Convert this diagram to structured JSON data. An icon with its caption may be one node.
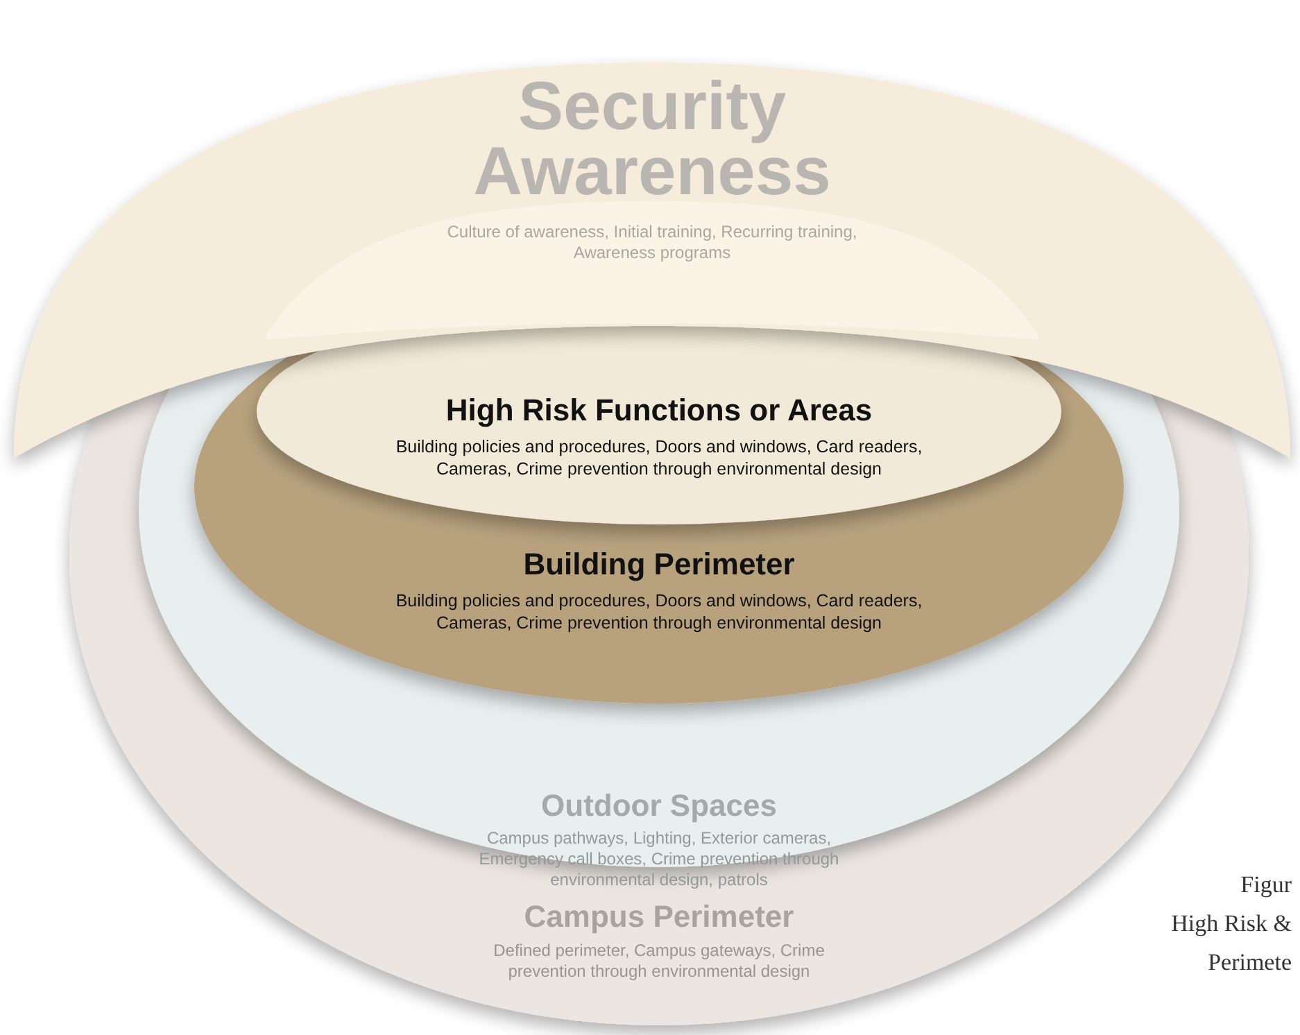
{
  "diagram": {
    "nodes": [
      {
        "text": [
          "Security Awareness",
          "Culture of awareness, Initial training, Recurring training, Awareness programs"
        ]
      },
      {
        "text": [
          "Campus Perimeter",
          "Defined perimeter, Campus gateways, Crime prevention through environmental design"
        ]
      },
      {
        "text": [
          "Outdoor Spaces",
          "Campus pathways, Lighting, Exterior cameras, Emergency call boxes, Crime prevention through environmental design, patrols"
        ],
        "in": 1
      },
      {
        "text": [
          "Building Perimeter",
          "Building policies and procedures, Doors and windows, Card readers, Cameras, Crime prevention through environmental design"
        ],
        "in": 2
      },
      {
        "text": [
          "High Risk Functions or Areas",
          "Building policies and procedures, Doors and windows, Card readers, Cameras, Crime prevention through environmental design"
        ],
        "in": 3
      }
    ],
    "labels": [
      "Figur",
      "High Risk &",
      "Perimete"
    ]
  }
}
